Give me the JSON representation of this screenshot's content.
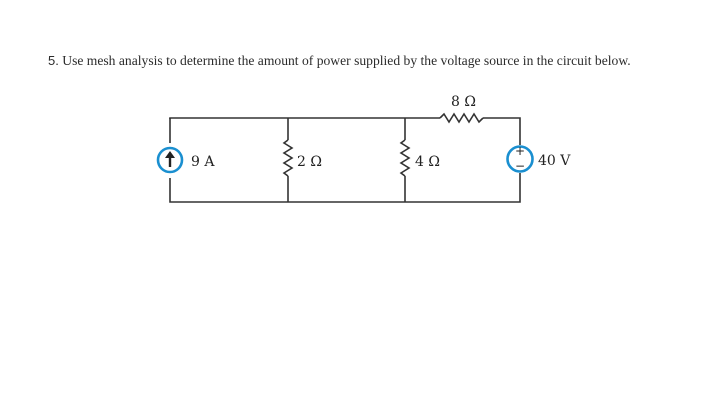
{
  "problem": {
    "number": "5.",
    "text": "Use mesh analysis to determine the amount of power supplied by the voltage source in the circuit below."
  },
  "circuit": {
    "current_source_label": "9 A",
    "resistor_2_label": "2 Ω",
    "resistor_4_label": "4 Ω",
    "resistor_8_label": "8 Ω",
    "voltage_source_label": "40 V",
    "voltage_plus": "+",
    "voltage_minus": "−",
    "source_color": "#1a8fd0"
  }
}
